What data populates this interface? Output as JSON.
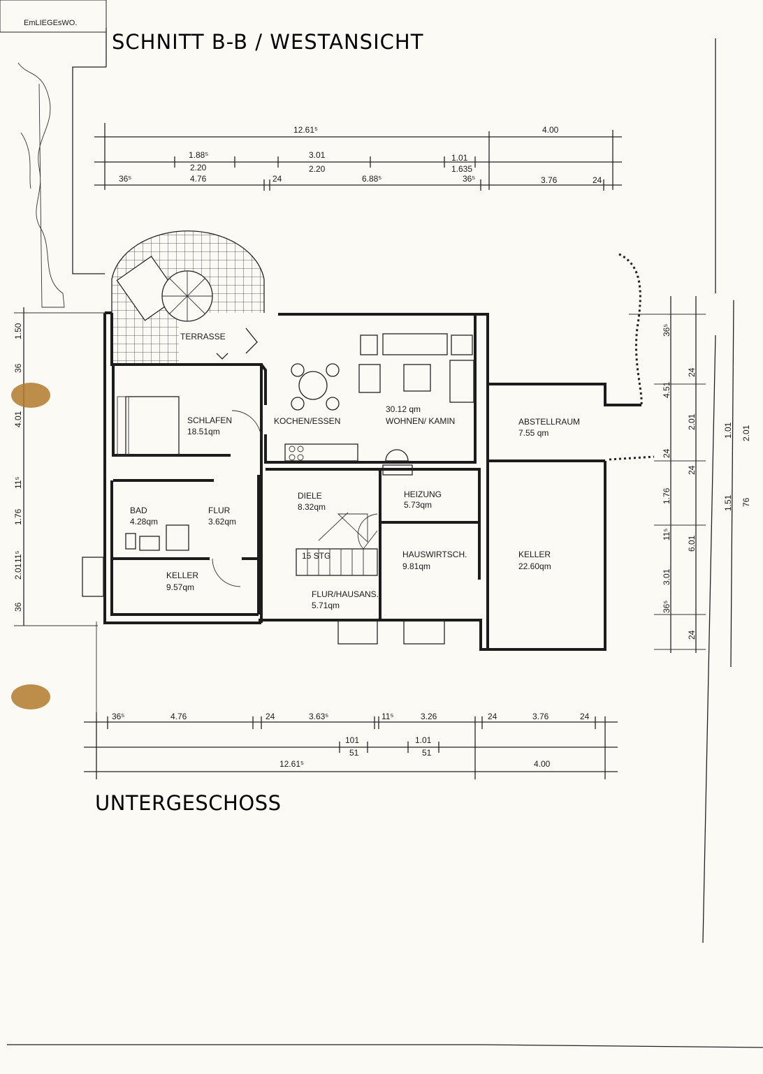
{
  "corner_label": "EmLIEGEsWO.",
  "title": "SCHNITT B-B  / WESTANSICHT",
  "floor_title": "UNTERGESCHOSS",
  "rooms": [
    {
      "name": "TERRASSE",
      "area": ""
    },
    {
      "name": "SCHLAFEN",
      "area": "18.51qm"
    },
    {
      "name": "KOCHEN/ESSEN",
      "area": ""
    },
    {
      "name": "WOHNEN/ KAMIN",
      "area": "30.12 qm"
    },
    {
      "name": "ABSTELLRAUM",
      "area": "7.55 qm"
    },
    {
      "name": "BAD",
      "area": "4.28qm"
    },
    {
      "name": "FLUR",
      "area": "3.62qm"
    },
    {
      "name": "DIELE",
      "area": "8.32qm"
    },
    {
      "name": "HEIZUNG",
      "area": "5.73qm"
    },
    {
      "name": "HAUSWIRTSCH.",
      "area": "9.81qm"
    },
    {
      "name": "KELLER",
      "area": "22.60qm"
    },
    {
      "name": "KELLER",
      "area": "9.57qm"
    },
    {
      "name": "FLUR/HAUSANS.",
      "area": "5.71qm"
    }
  ],
  "stairs_label": "15 STG",
  "dims_top": [
    "12.61⁵",
    "4.00",
    "1.88⁵",
    "3.01",
    "1.01",
    "2.20",
    "2.20",
    "1.635",
    "4.76",
    "36⁵",
    "24",
    "6.88⁵",
    "36⁵",
    "3.76",
    "24"
  ],
  "dims_bottom": [
    "36⁵",
    "4.76",
    "24",
    "3.63⁵",
    "11⁵",
    "3.26",
    "24",
    "3.76",
    "24",
    "101",
    "51",
    "1.01",
    "51",
    "12.61⁵",
    "4.00"
  ],
  "dims_right": [
    "36⁵",
    "4.51",
    "24",
    "2.01",
    "1.01",
    "2.01",
    "24",
    "24",
    "1.76",
    "11⁵",
    "1.51",
    "76",
    "6.01",
    "3.01",
    "36⁵",
    "24"
  ],
  "dims_left": [
    "1.50",
    "36",
    "4.01",
    "11⁵",
    "1.76",
    "2.01",
    "11⁵",
    "36"
  ]
}
